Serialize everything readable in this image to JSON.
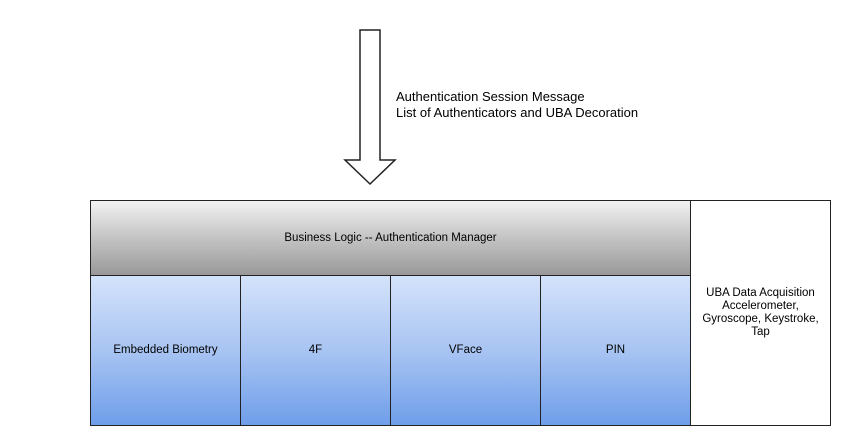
{
  "message": {
    "line1": "Authentication Session Message",
    "line2": "List of Authenticators and UBA Decoration"
  },
  "business_logic": {
    "label": "Business Logic -- Authentication Manager"
  },
  "authenticators": [
    {
      "label": "Embedded Biometry"
    },
    {
      "label": "4F"
    },
    {
      "label": "VFace"
    },
    {
      "label": "PIN"
    }
  ],
  "uba": {
    "line1": "UBA Data Acquisition",
    "line2": "Accelerometer,",
    "line3": "Gyroscope, Keystroke,",
    "line4": "Tap"
  },
  "colors": {
    "business_logic_top": "#f2f2f2",
    "business_logic_bottom": "#999999",
    "authenticator_top": "#d4e3fb",
    "authenticator_bottom": "#6f9ee9",
    "border": "#222222"
  }
}
